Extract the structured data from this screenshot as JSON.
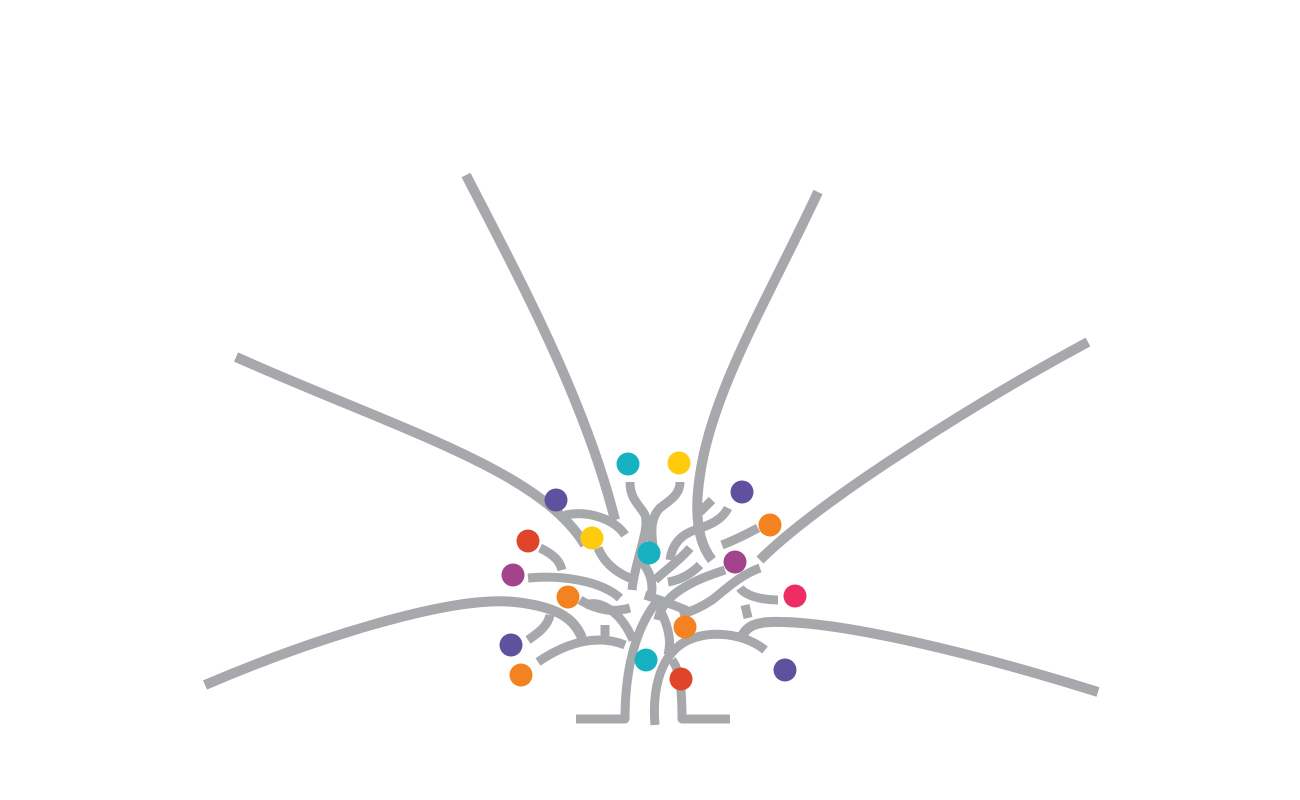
{
  "illustration": {
    "name": "tree-logo",
    "colors": {
      "background": "#ffffff",
      "branch": "#a7a8ab",
      "teal": "#16b2c2",
      "yellow": "#ffcc0d",
      "purple": "#5f519e",
      "orange": "#f58220",
      "red": "#e0452b",
      "magenta": "#a2448c",
      "pink": "#ee2e63"
    },
    "dots": [
      {
        "name": "dot-teal-top",
        "color": "teal"
      },
      {
        "name": "dot-yellow-top",
        "color": "yellow"
      },
      {
        "name": "dot-purple-upper-left",
        "color": "purple"
      },
      {
        "name": "dot-purple-upper-right",
        "color": "purple"
      },
      {
        "name": "dot-orange-upper-right",
        "color": "orange"
      },
      {
        "name": "dot-red-left",
        "color": "red"
      },
      {
        "name": "dot-yellow-left",
        "color": "yellow"
      },
      {
        "name": "dot-teal-center",
        "color": "teal"
      },
      {
        "name": "dot-magenta-right",
        "color": "magenta"
      },
      {
        "name": "dot-magenta-left",
        "color": "magenta"
      },
      {
        "name": "dot-pink-right",
        "color": "pink"
      },
      {
        "name": "dot-orange-left",
        "color": "orange"
      },
      {
        "name": "dot-orange-center",
        "color": "orange"
      },
      {
        "name": "dot-purple-lower-left",
        "color": "purple"
      },
      {
        "name": "dot-teal-lower",
        "color": "teal"
      },
      {
        "name": "dot-orange-lower-left",
        "color": "orange"
      },
      {
        "name": "dot-red-lower",
        "color": "red"
      },
      {
        "name": "dot-purple-lower-right",
        "color": "purple"
      }
    ]
  }
}
